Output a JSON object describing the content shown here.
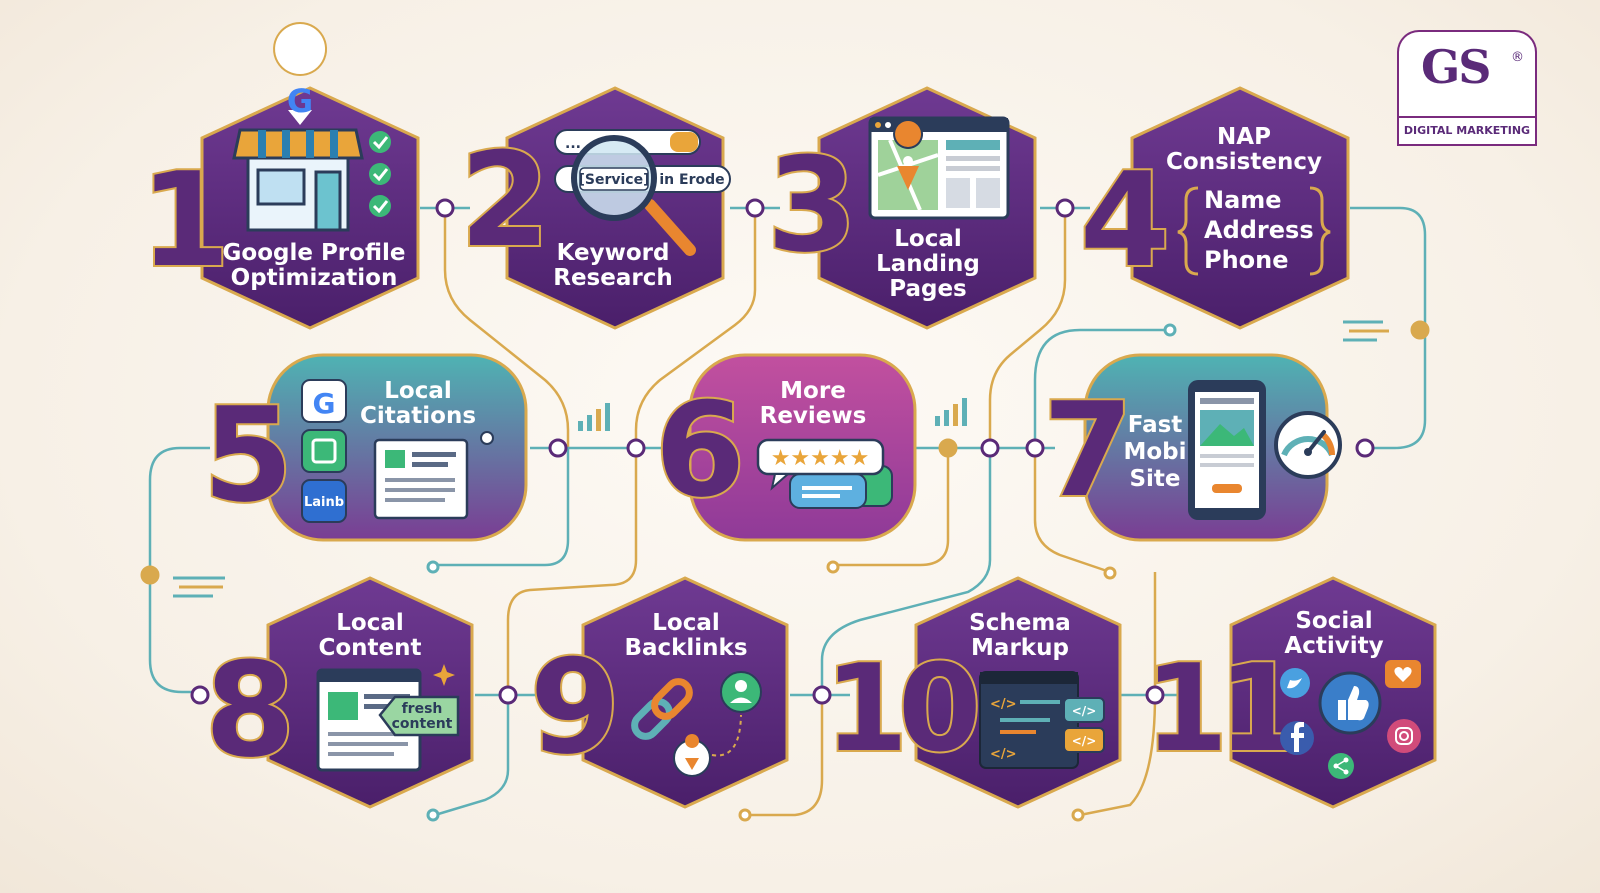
{
  "brand": {
    "mark": "GS",
    "reg": "®",
    "subtitle": "DIGITAL MARKETING"
  },
  "steps": [
    {
      "number": "1",
      "lines": [
        "Google Profile",
        "Optimization"
      ],
      "icon": "storefront-icon"
    },
    {
      "number": "2",
      "lines": [
        "Keyword",
        "Research"
      ],
      "icon": "magnifier-icon",
      "search_dots": "...",
      "service_tag": "[Service]",
      "location_tag": "in Erode"
    },
    {
      "number": "3",
      "lines": [
        "Local",
        "Landing",
        "Pages"
      ],
      "icon": "browser-map-icon"
    },
    {
      "number": "4",
      "lines": [
        "NAP",
        "Consistency"
      ],
      "items": [
        "Name",
        "Address",
        "Phone"
      ]
    },
    {
      "number": "5",
      "lines": [
        "Local",
        "Citations"
      ],
      "icon": "directory-icon",
      "badge": "Lainb"
    },
    {
      "number": "6",
      "lines": [
        "More",
        "Reviews"
      ],
      "icon": "reviews-icon",
      "stars": "★★★★★"
    },
    {
      "number": "7",
      "lines": [
        "Fast",
        "Mobi",
        "Site"
      ],
      "icon": "mobile-speed-icon"
    },
    {
      "number": "8",
      "lines": [
        "Local",
        "Content"
      ],
      "icon": "content-icon",
      "tag": [
        "fresh",
        "content"
      ]
    },
    {
      "number": "9",
      "lines": [
        "Local",
        "Backlinks"
      ],
      "icon": "chain-link-icon"
    },
    {
      "number": "10",
      "lines": [
        "Schema",
        "Markup"
      ],
      "icon": "code-icon",
      "code": "</>"
    },
    {
      "number": "11",
      "lines": [
        "Social",
        "Activity"
      ],
      "icon": "social-icon"
    }
  ],
  "colors": {
    "hex_dark": "#4a1f6a",
    "hex_mid": "#6b3590",
    "gold": "#d9a94e",
    "teal": "#5eb0b6",
    "pink": "#b2489e",
    "white": "#ffffff"
  }
}
